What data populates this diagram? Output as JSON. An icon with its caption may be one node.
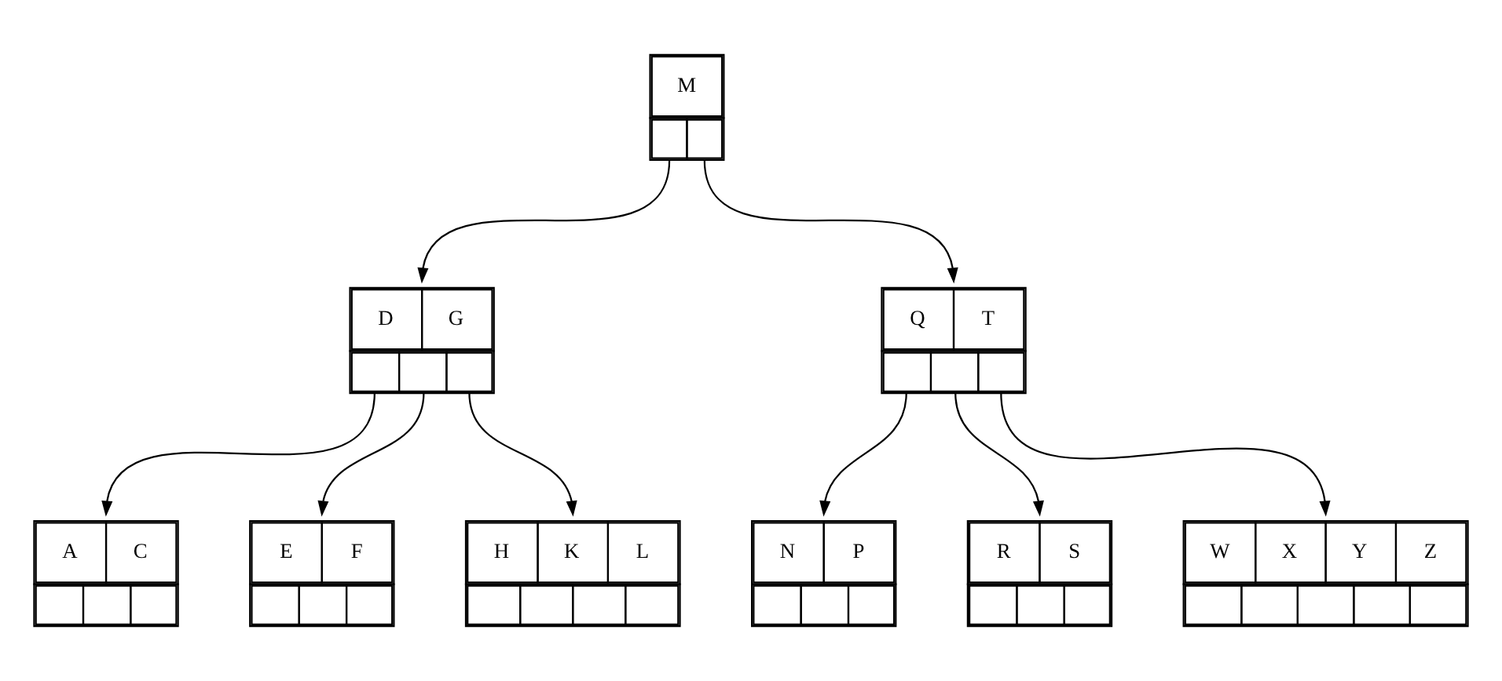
{
  "diagram": {
    "nodes": [
      {
        "text": [
          "M"
        ]
      },
      {
        "text": [
          "D",
          "G"
        ]
      },
      {
        "text": [
          "Q",
          "T"
        ]
      },
      {
        "text": [
          "A",
          "C"
        ]
      },
      {
        "text": [
          "E",
          "F"
        ]
      },
      {
        "text": [
          "H",
          "K",
          "L"
        ]
      },
      {
        "text": [
          "N",
          "P"
        ]
      },
      {
        "text": [
          "R",
          "S"
        ]
      },
      {
        "text": [
          "W",
          "X",
          "Y",
          "Z"
        ]
      }
    ],
    "edges": [
      {
        "from": 0,
        "to": 1,
        "arrow": "to"
      },
      {
        "from": 0,
        "to": 2,
        "arrow": "to"
      },
      {
        "from": 1,
        "to": 3,
        "arrow": "to"
      },
      {
        "from": 1,
        "to": 4,
        "arrow": "to"
      },
      {
        "from": 1,
        "to": 5,
        "arrow": "to"
      },
      {
        "from": 2,
        "to": 6,
        "arrow": "to"
      },
      {
        "from": 2,
        "to": 7,
        "arrow": "to"
      },
      {
        "from": 2,
        "to": 8,
        "arrow": "to"
      }
    ]
  }
}
